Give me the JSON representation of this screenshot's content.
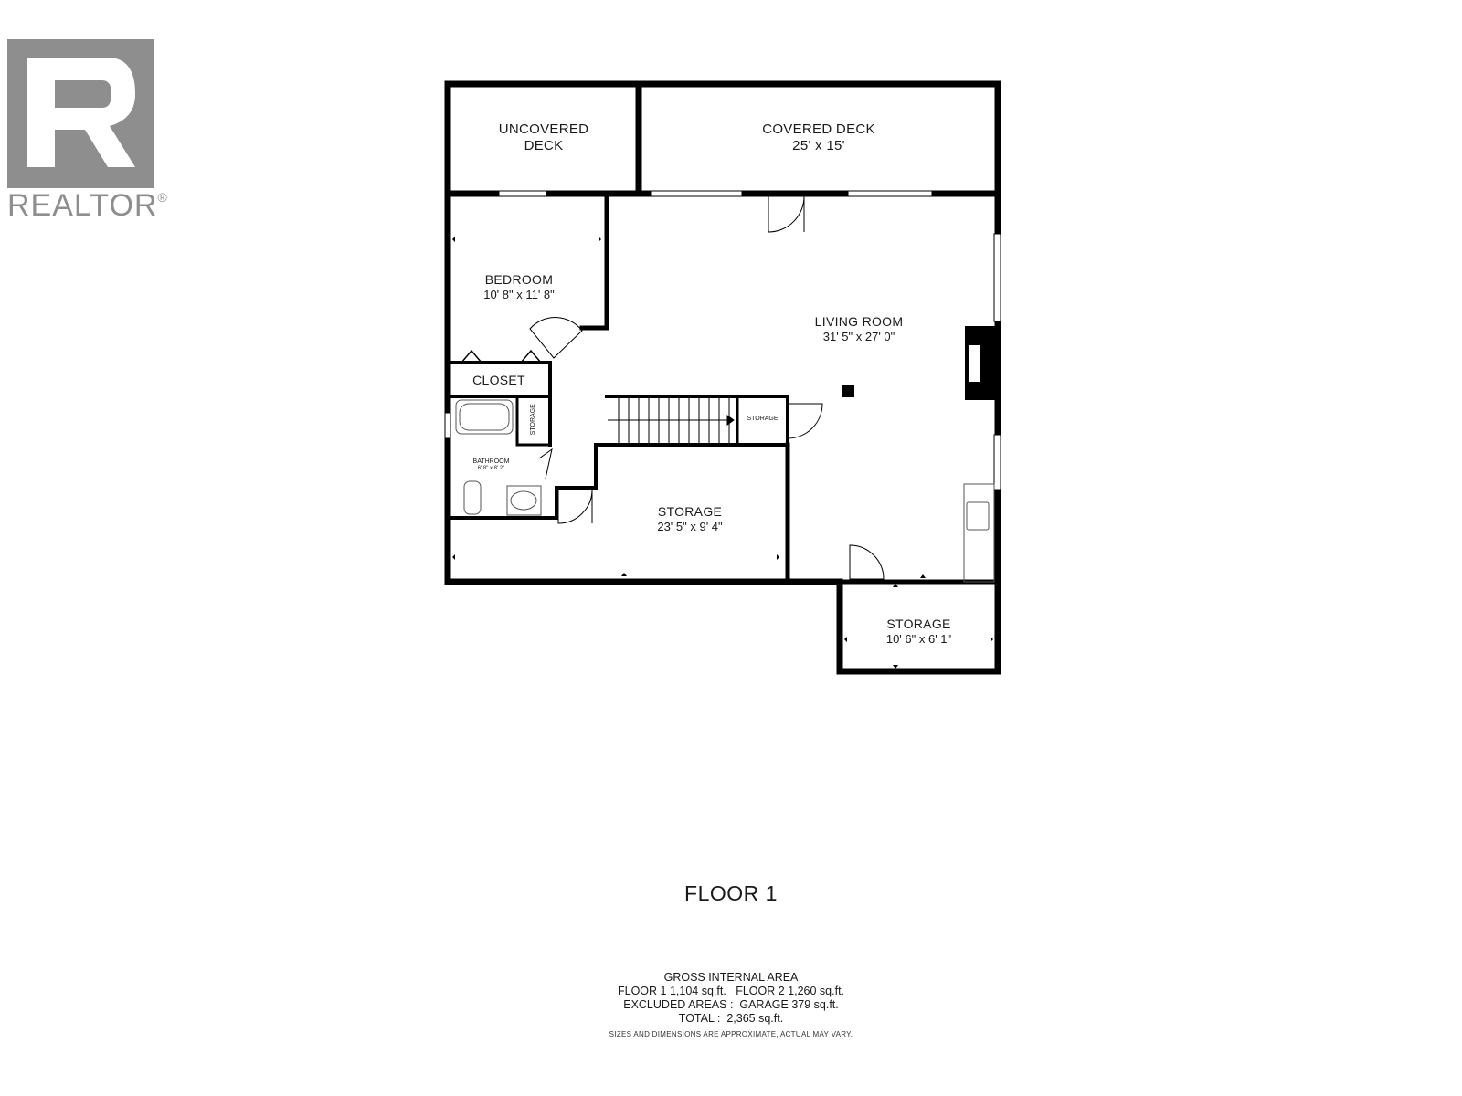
{
  "logo": {
    "text": "REALTOR",
    "mark": "®",
    "icon": "realtor-r-logo",
    "color": "#8e8e8e"
  },
  "rooms": {
    "uncovered_deck": {
      "name_line1": "UNCOVERED",
      "name_line2": "DECK"
    },
    "covered_deck": {
      "name": "COVERED DECK",
      "dim": "25' x 15'"
    },
    "bedroom": {
      "name": "BEDROOM",
      "dim": "10' 8\" x 11' 8\""
    },
    "living_room": {
      "name": "LIVING ROOM",
      "dim": "31' 5\" x 27' 0\""
    },
    "closet": {
      "name": "CLOSET"
    },
    "storage_small_vertical": {
      "name": "STORAGE"
    },
    "storage_small": {
      "name": "STORAGE"
    },
    "bathroom": {
      "name": "BATHROOM",
      "dim": "6' 8\" x 8' 2\""
    },
    "storage_main": {
      "name": "STORAGE",
      "dim": "23' 5\" x 9' 4\""
    },
    "storage_annex": {
      "name": "STORAGE",
      "dim": "10' 6\" x 6' 1\""
    }
  },
  "floor_title": "FLOOR 1",
  "area_summary": {
    "heading": "GROSS INTERNAL AREA",
    "line1": "FLOOR 1 1,104 sq.ft.   FLOOR 2 1,260 sq.ft.",
    "line2": "EXCLUDED AREAS :  GARAGE 379 sq.ft.",
    "line3": "TOTAL :  2,365 sq.ft.",
    "disclaimer": "SIZES AND DIMENSIONS ARE APPROXIMATE, ACTUAL MAY VARY."
  }
}
